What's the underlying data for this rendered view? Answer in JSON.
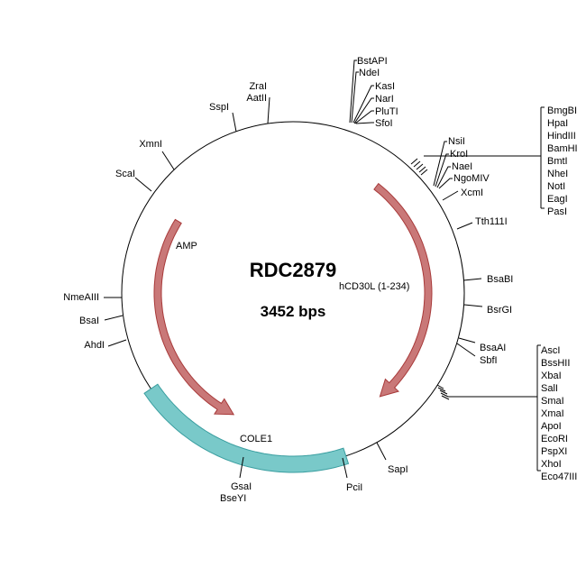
{
  "plasmid": {
    "name": "RDC2879",
    "size_label": "3452 bps"
  },
  "colors": {
    "feature_red": "#c97878",
    "feature_red_stroke": "#a83a3a",
    "feature_teal": "#79c9c9",
    "feature_teal_stroke": "#3a9ea0"
  },
  "features": [
    {
      "label": "AMP",
      "type": "arrow"
    },
    {
      "label": "hCD30L (1-234)",
      "type": "arrow"
    },
    {
      "label": "COLE1",
      "type": "bar"
    }
  ],
  "sites": {
    "top_stack": [
      "BstAPI",
      "NdeI"
    ],
    "top_stack2": [
      "KasI",
      "NarI",
      "PluTI",
      "SfoI"
    ],
    "nsi_stack": [
      "NsiI",
      "KroI",
      "NaeI",
      "NgoMIV"
    ],
    "mcs1": [
      "BmgBI",
      "HpaI",
      "HindIII",
      "BamHI",
      "BmtI",
      "NheI",
      "NotI",
      "EagI",
      "PasI"
    ],
    "mcs2": [
      "AscI",
      "BssHII",
      "XbaI",
      "SalI",
      "SmaI",
      "XmaI",
      "ApoI",
      "EcoRI",
      "PspXI",
      "XhoI",
      "Eco47III"
    ],
    "single": {
      "zrai": "ZraI",
      "aatii": "AatII",
      "sspi": "SspI",
      "xmni": "XmnI",
      "scai": "ScaI",
      "xcmi": "XcmI",
      "tth111i": "Tth111I",
      "bsabi": "BsaBI",
      "bsrgi": "BsrGI",
      "bsaai": "BsaAI",
      "sbfi": "SbfI",
      "sapi": "SapI",
      "pcii": "PciI",
      "gsai": "GsaI",
      "bseyi": "BseYI",
      "nmeaiii": "NmeAIII",
      "bsai": "BsaI",
      "ahdi": "AhdI"
    }
  }
}
